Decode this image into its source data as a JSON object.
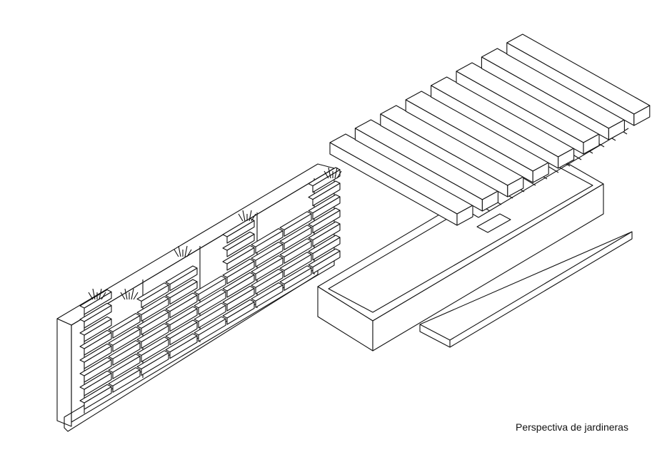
{
  "caption": "Perspectiva de jardineras",
  "drawing": {
    "line_color": "#111111",
    "beam_count": 8,
    "planter_columns": 9
  }
}
